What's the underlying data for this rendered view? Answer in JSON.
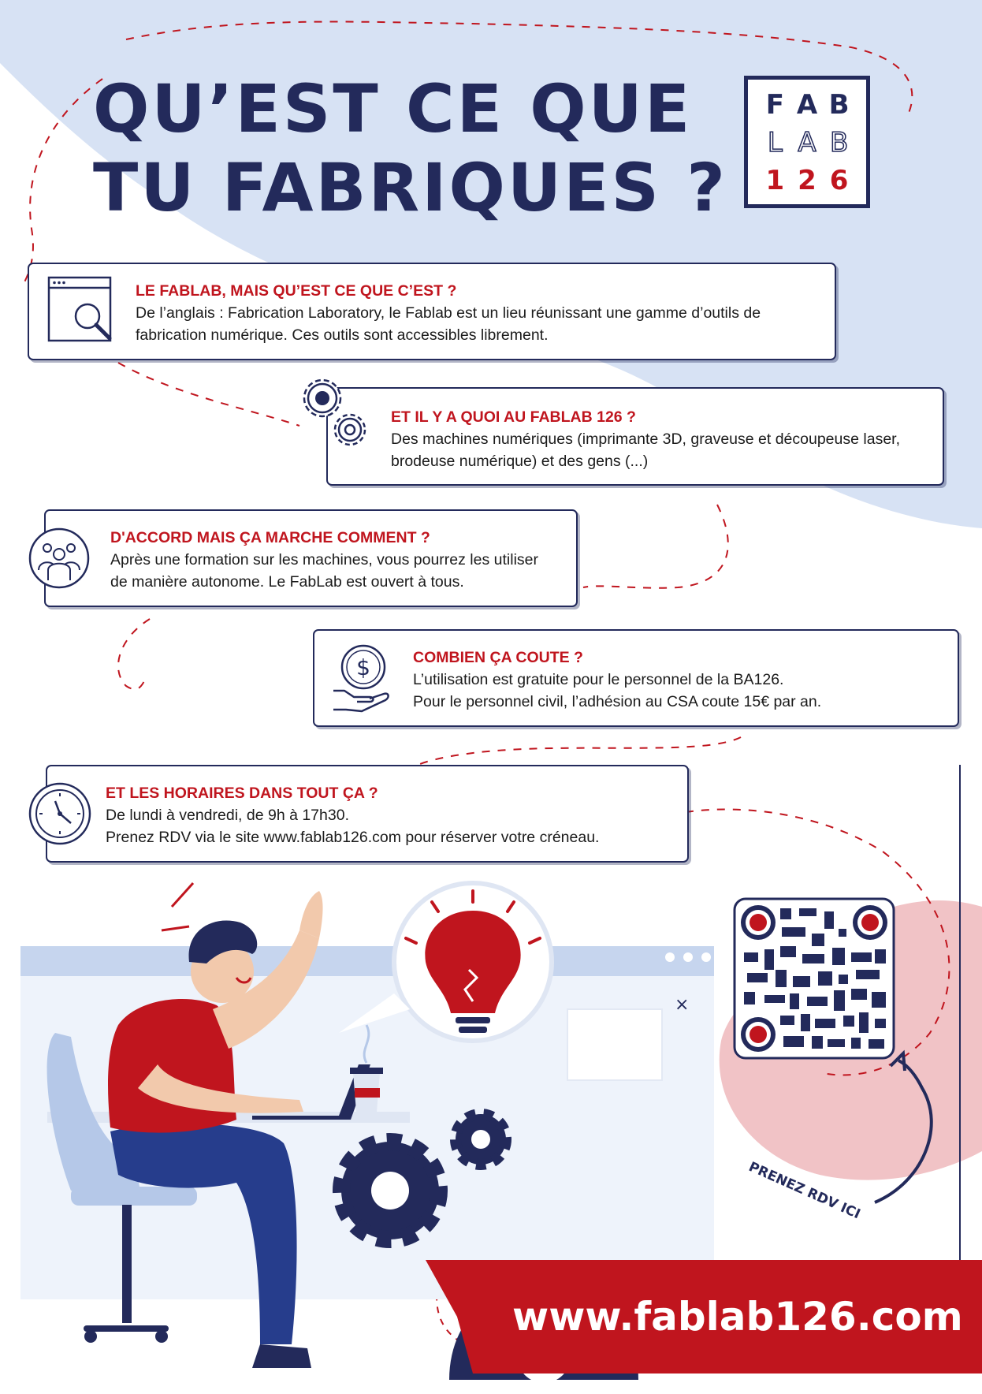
{
  "title": {
    "line1": "QU’EST CE QUE",
    "line2": "TU FABRIQUES ?"
  },
  "logo": {
    "row1": [
      "F",
      "A",
      "B"
    ],
    "row2": [
      "L",
      "A",
      "B"
    ],
    "row3": [
      "1",
      "2",
      "6"
    ]
  },
  "cards": [
    {
      "title": "LE FABLAB, MAIS QU’EST CE QUE C’EST ?",
      "lines": [
        "De l’anglais : Fabrication Laboratory, le Fablab est un lieu réunissant une gamme d’outils de",
        "fabrication numérique. Ces outils sont accessibles librement."
      ]
    },
    {
      "title": "ET IL Y A QUOI AU FABLAB 126 ?",
      "lines": [
        "Des machines numériques (imprimante 3D, graveuse et découpeuse laser,",
        "brodeuse numérique) et des gens (...)"
      ]
    },
    {
      "title": "D'ACCORD MAIS ÇA MARCHE COMMENT ?",
      "lines": [
        "Après une formation sur les machines, vous pourrez les utiliser",
        "de manière autonome. Le FabLab est ouvert à tous."
      ]
    },
    {
      "title": "COMBIEN ÇA COUTE ?",
      "lines": [
        "L’utilisation est gratuite pour le personnel de la BA126.",
        "Pour le personnel civil, l’adhésion au CSA coute 15€ par an."
      ]
    },
    {
      "title": "ET LES HORAIRES DANS TOUT ÇA ?",
      "lines": [
        "De lundi à vendredi, de 9h à 17h30.",
        "Prenez RDV via le site www.fablab126.com pour réserver votre créneau."
      ]
    }
  ],
  "cta": "PRENEZ RDV ICI",
  "website": "www.fablab126.com",
  "window_close": "×",
  "icons": {
    "card1": "browser-search-icon",
    "card2": "gears-icon",
    "card3": "people-group-icon",
    "card4": "hand-money-icon",
    "card5": "clock-icon"
  },
  "colors": {
    "navy": "#232a5b",
    "red": "#c0151e",
    "light_blue": "#d7e2f4",
    "pink": "#f1c3c6",
    "white": "#ffffff"
  }
}
